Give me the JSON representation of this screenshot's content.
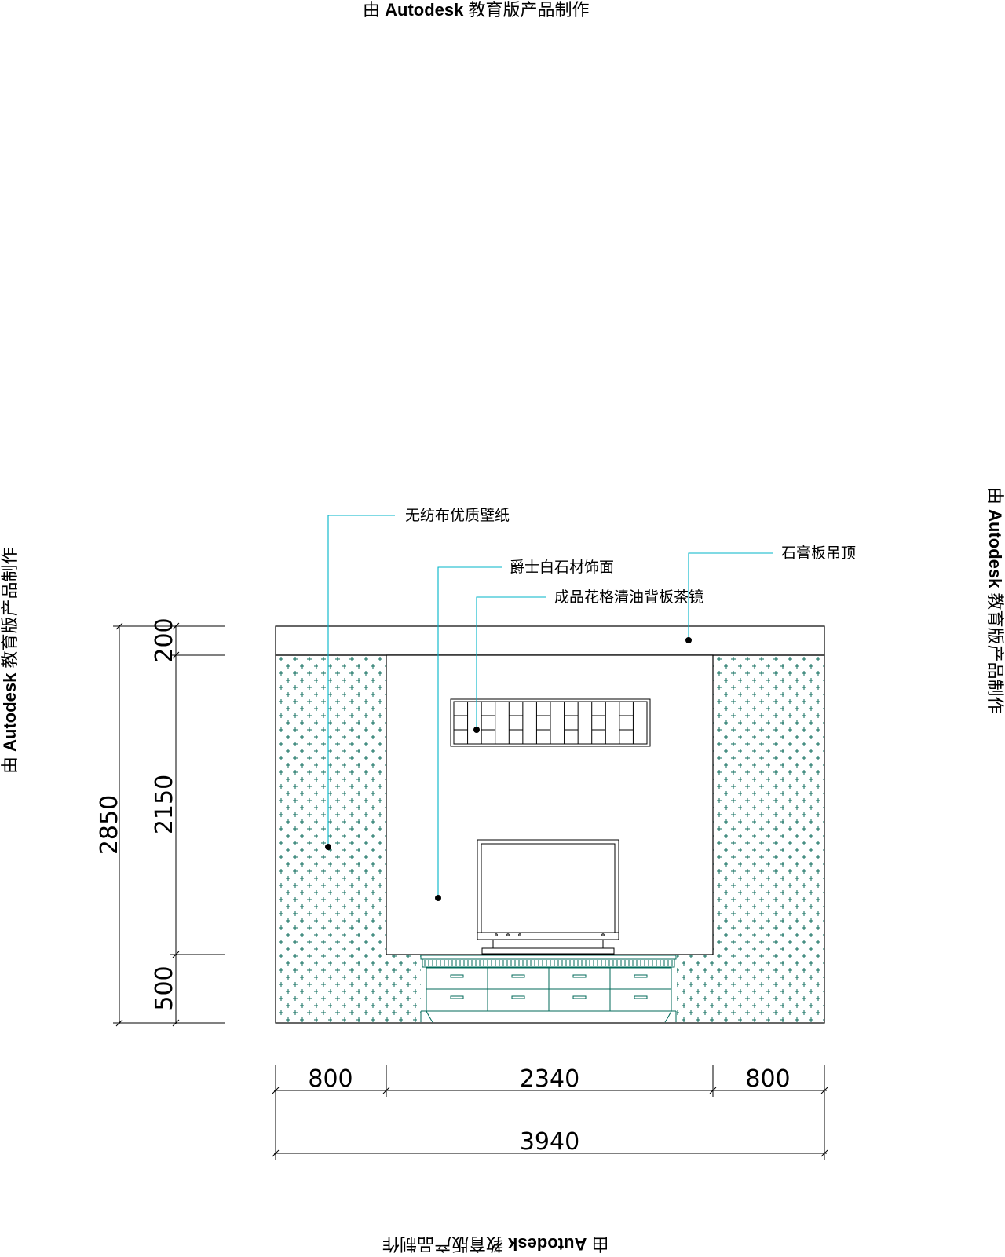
{
  "watermark": {
    "prefix": "由 ",
    "brand": "Autodesk",
    "suffix": " 教育版产品制作"
  },
  "callouts": [
    {
      "label": "无纺布优质壁纸"
    },
    {
      "label": "爵士白石材饰面"
    },
    {
      "label": "成品花格清油背板茶镜"
    },
    {
      "label": "石膏板吊顶"
    }
  ],
  "dimensions": {
    "vertical_total": "2850",
    "vertical_parts": [
      "200",
      "2150",
      "500"
    ],
    "horizontal_parts": [
      "800",
      "2340",
      "800"
    ],
    "horizontal_total": "3940"
  },
  "colors": {
    "line": "#000000",
    "leader": "#00b4c8",
    "hatch": "#0a6a5a",
    "cabinet": "#006a5a"
  }
}
